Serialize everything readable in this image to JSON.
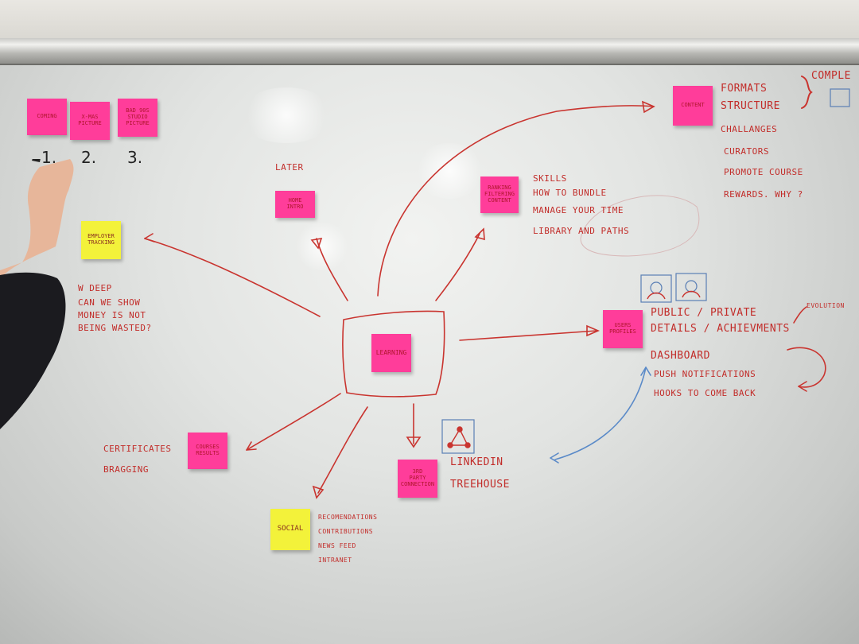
{
  "colors": {
    "marker_red": "#c22d2a",
    "marker_blue": "#5a8ac8",
    "sticky_pink": "#ff3d9a",
    "sticky_yellow": "#f3f23a"
  },
  "top_notes": [
    {
      "text": "COMING",
      "number": "1."
    },
    {
      "text": "X-MAS\nPICTURE",
      "number": "2."
    },
    {
      "text": "BAD 90S\nSTUDIO\nPICTURE",
      "number": "3."
    }
  ],
  "center_note": "LEARNING",
  "later_label": "LATER",
  "home_note": "HOME\nINTRO",
  "employer_note": "EMPLOYER\nTRACKING",
  "employer_question": [
    "W DEEP",
    "CAN WE SHOW",
    "MONEY IS NOT",
    "BEING WASTED?"
  ],
  "ranking_note": "RANKING\nFILTERING\nCONTENT",
  "ranking_items": [
    "SKILLS",
    "HOW TO BUNDLE",
    "MANAGE YOUR TIME",
    "LIBRARY AND PATHS"
  ],
  "content_note": "CONTENT",
  "content_items": [
    "FORMATS",
    "STRUCTURE",
    "CHALLANGES",
    "CURATORS",
    "PROMOTE COURSE",
    "REWARDS. WHY ?"
  ],
  "content_side": "COMPLE",
  "users_note": "USERS\nPROFILES",
  "users_items": [
    "PUBLIC / PRIVATE",
    "DETAILS / ACHIEVMENTS",
    "DASHBOARD",
    "PUSH NOTIFICATIONS",
    "HOOKS TO COME BACK"
  ],
  "evolution_label": "EVOLUTION",
  "courses_note": "COURSES\nRESULTS",
  "courses_items": [
    "CERTIFICATES",
    "BRAGGING"
  ],
  "party_note": "3RD\nPARTY\nCONNECTION",
  "party_items": [
    "LINKEDIN",
    "TREEHOUSE"
  ],
  "social_note": "SOCIAL",
  "social_items": [
    "RECOMENDATIONS",
    "CONTRIBUTIONS",
    "NEWS FEED",
    "INTRANET"
  ]
}
